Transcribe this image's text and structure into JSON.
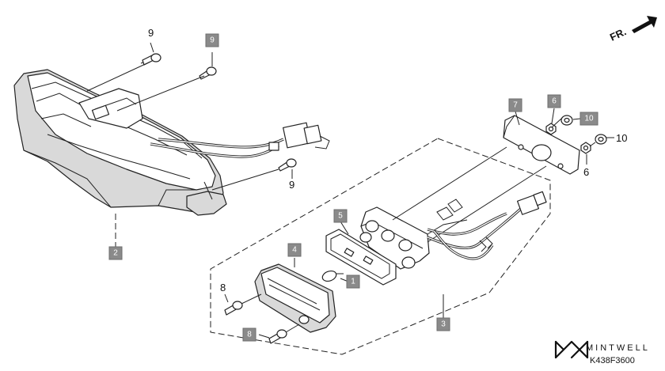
{
  "callouts": [
    {
      "id": "c9a",
      "text": "9",
      "boxed": false
    },
    {
      "id": "c9b",
      "text": "9",
      "boxed": true
    },
    {
      "id": "c9c",
      "text": "9",
      "boxed": false
    },
    {
      "id": "c2",
      "text": "2",
      "boxed": true
    },
    {
      "id": "c7",
      "text": "7",
      "boxed": true
    },
    {
      "id": "c6a",
      "text": "6",
      "boxed": true
    },
    {
      "id": "c10a",
      "text": "10",
      "boxed": true
    },
    {
      "id": "c10b",
      "text": "10",
      "boxed": false
    },
    {
      "id": "c6b",
      "text": "6",
      "boxed": false
    },
    {
      "id": "c5",
      "text": "5",
      "boxed": true
    },
    {
      "id": "c4",
      "text": "4",
      "boxed": true
    },
    {
      "id": "c1",
      "text": "1",
      "boxed": true
    },
    {
      "id": "c8a",
      "text": "8",
      "boxed": false
    },
    {
      "id": "c8b",
      "text": "8",
      "boxed": true
    },
    {
      "id": "c3",
      "text": "3",
      "boxed": true
    }
  ],
  "direction_label": "FR.",
  "watermark": {
    "brand": "MINTWELL",
    "code": "K438F3600"
  },
  "colors": {
    "box_fill": "#8a8a8a",
    "line": "#222222",
    "background": "#ffffff"
  }
}
